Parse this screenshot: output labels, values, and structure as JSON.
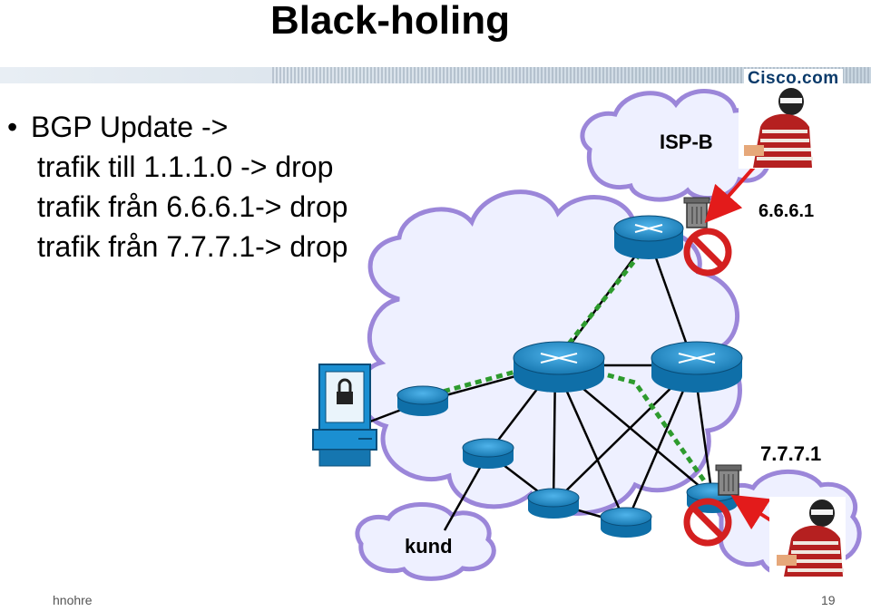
{
  "slide": {
    "title": "Black-holing",
    "logo_text": "Cisco.com",
    "bullets": {
      "head": "BGP Update ->",
      "lines": [
        "trafik till 1.1.1.0 -> drop",
        "trafik från 6.6.6.1-> drop",
        "trafik från 7.7.7.1-> drop"
      ]
    },
    "labels": {
      "isp": "ISP-B",
      "ip_a": "6.6.6.1",
      "ip_b": "7.7.7.1",
      "customer": "kund"
    },
    "footer": {
      "author": "hnohre",
      "page": "19"
    }
  },
  "colors": {
    "cloud_fill": "#eef0ff",
    "cloud_stroke": "#9b86d9",
    "router_fill": "#1b8fd1",
    "attack_arrow": "#e31b1b",
    "path_dotted": "#2e9b2e",
    "no_symbol": "#d42020"
  },
  "icons": [
    "router-icon",
    "trash-can-icon",
    "no-entry-icon",
    "locked-server-icon",
    "hacker-icon"
  ]
}
